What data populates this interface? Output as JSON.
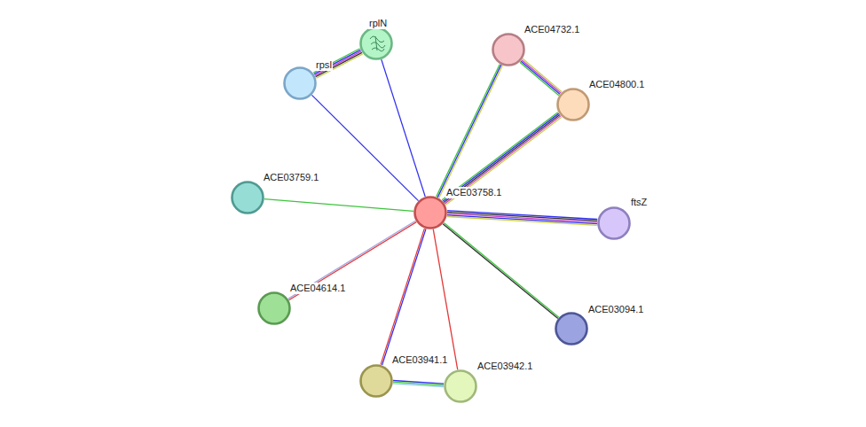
{
  "diagram": {
    "nodes": [
      {
        "text": [
          "rplN"
        ]
      },
      {
        "text": [
          "rpsI"
        ]
      },
      {
        "text": [
          "ACE04732.1"
        ]
      },
      {
        "text": [
          "ACE04800.1"
        ]
      },
      {
        "text": [
          "ACE03759.1"
        ]
      },
      {
        "text": [
          "ACE03758.1"
        ]
      },
      {
        "text": [
          "ftsZ"
        ]
      },
      {
        "text": [
          "ACE04614.1"
        ]
      },
      {
        "text": [
          "ACE03094.1"
        ]
      },
      {
        "text": [
          "ACE03941.1"
        ]
      },
      {
        "text": [
          "ACE03942.1"
        ]
      }
    ],
    "edges": [
      {
        "from": 1,
        "to": 0,
        "arrow": "none"
      },
      {
        "from": 5,
        "to": 1,
        "arrow": "none"
      },
      {
        "from": 5,
        "to": 0,
        "arrow": "none"
      },
      {
        "from": 5,
        "to": 2,
        "arrow": "none"
      },
      {
        "from": 2,
        "to": 3,
        "arrow": "none"
      },
      {
        "from": 5,
        "to": 3,
        "arrow": "none"
      },
      {
        "from": 5,
        "to": 6,
        "arrow": "none"
      },
      {
        "from": 5,
        "to": 4,
        "arrow": "none"
      },
      {
        "from": 5,
        "to": 7,
        "arrow": "none"
      },
      {
        "from": 5,
        "to": 8,
        "arrow": "none"
      },
      {
        "from": 5,
        "to": 9,
        "arrow": "none"
      },
      {
        "from": 5,
        "to": 10,
        "arrow": "none"
      },
      {
        "from": 9,
        "to": 10,
        "arrow": "none"
      }
    ]
  }
}
